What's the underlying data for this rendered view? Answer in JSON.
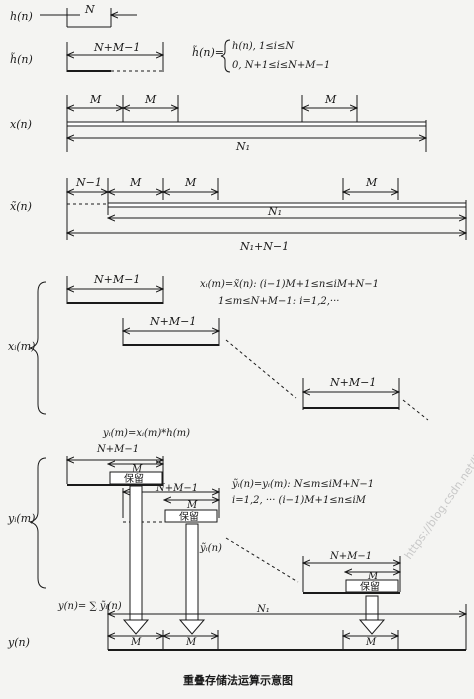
{
  "rows": {
    "h": "h(n)",
    "h_tilde": "h̃(n)",
    "x": "x(n)",
    "x_tilde": "x̃(n)",
    "xi": "xᵢ(m)",
    "yi": "yᵢ(m)",
    "y_sum": "y(n)= ∑ ỹᵢ(n)",
    "y": "y(n)"
  },
  "labels": {
    "N": "N",
    "M": "M",
    "N_plus_M_minus_1": "N+M−1",
    "N_minus_1": "N−1",
    "N1": "N₁",
    "N1_plus_N_minus_1": "N₁+N−1",
    "keep": "保留",
    "yi_tilde": "ỹᵢ(n)"
  },
  "formulas": {
    "h_tilde_lhs": "h̃(n)=",
    "h_tilde_case1": "h(n),  1≤i≤N",
    "h_tilde_case2": "0,      N+1≤i≤N+M−1",
    "xi_line1": "xᵢ(m)=x̃(n): (i−1)M+1≤n≤iM+N−1",
    "xi_line2": "1≤m≤N+M−1:  i=1,2,···",
    "yi_conv": "yᵢ(m)=xᵢ(m)*h(m)",
    "yt_line1": "ỹᵢ(n)=yᵢ(m): N≤m≤iM+N−1",
    "yt_line2": "i=1,2, ···   (i−1)M+1≤n≤iM"
  },
  "caption": "重叠存储法运算示意图",
  "watermark": "https://blog.csdn.net/linbian1168"
}
